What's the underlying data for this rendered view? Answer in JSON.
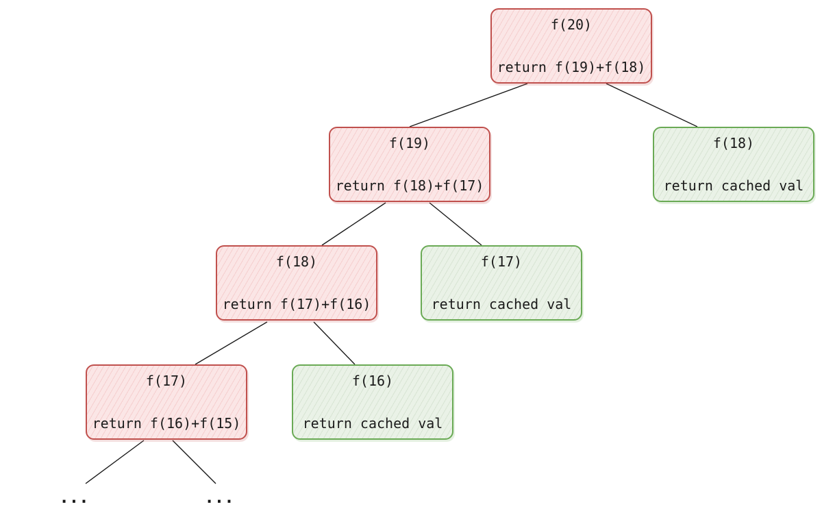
{
  "nodes": [
    {
      "id": "f20",
      "call": "f(20)",
      "ret": "return f(19)+f(18)",
      "kind": "recursive"
    },
    {
      "id": "f19",
      "call": "f(19)",
      "ret": "return f(18)+f(17)",
      "kind": "recursive"
    },
    {
      "id": "f18c",
      "call": "f(18)",
      "ret": "return cached val",
      "kind": "cached"
    },
    {
      "id": "f18",
      "call": "f(18)",
      "ret": "return f(17)+f(16)",
      "kind": "recursive"
    },
    {
      "id": "f17c",
      "call": "f(17)",
      "ret": "return cached val",
      "kind": "cached"
    },
    {
      "id": "f17",
      "call": "f(17)",
      "ret": "return f(16)+f(15)",
      "kind": "recursive"
    },
    {
      "id": "f16c",
      "call": "f(16)",
      "ret": "return cached val",
      "kind": "cached"
    }
  ],
  "edges": [
    {
      "from": "f20",
      "to": "f19"
    },
    {
      "from": "f20",
      "to": "f18c"
    },
    {
      "from": "f19",
      "to": "f18"
    },
    {
      "from": "f19",
      "to": "f17c"
    },
    {
      "from": "f18",
      "to": "f17"
    },
    {
      "from": "f18",
      "to": "f16c"
    }
  ],
  "continuations": [
    "...",
    "..."
  ],
  "colors": {
    "recursive_border": "#c0504d",
    "recursive_fill": "#fbe6e6",
    "cached_border": "#6aaa55",
    "cached_fill": "#eaf2e7"
  }
}
